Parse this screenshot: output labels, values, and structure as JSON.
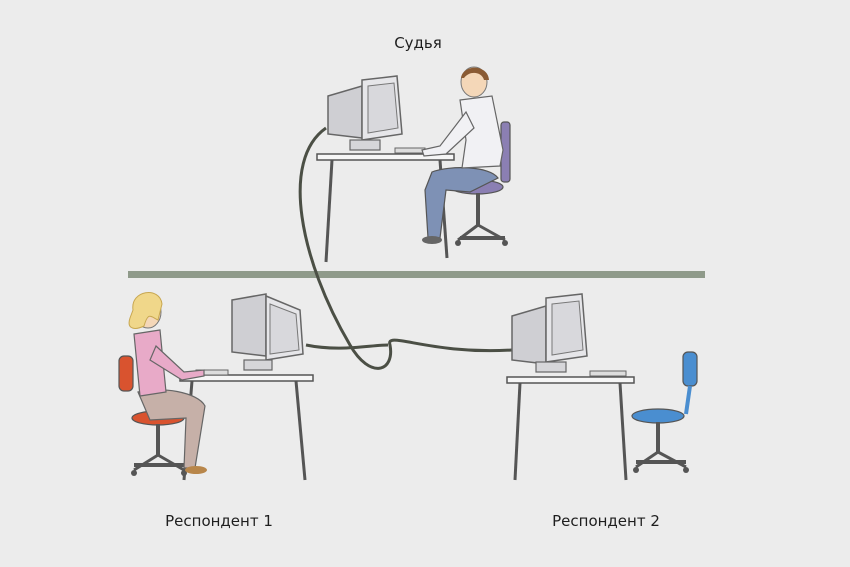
{
  "labels": {
    "judge": "Судья",
    "respondent_1": "Респондент 1",
    "respondent_2": "Респондент 2"
  },
  "colors": {
    "background": "#ececec",
    "divider": "#8f9a8a",
    "cable": "#4b4f45",
    "monitor": "#dcdcde",
    "desk": "#5a5a5a",
    "judge_chair": "#8b7fb3",
    "judge_trousers": "#7e91b5",
    "judge_shirt": "#f1f1f4",
    "respondent1_chair": "#d9532f",
    "respondent1_blouse": "#e8aac8",
    "respondent1_hair": "#f0d78a",
    "respondent2_chair": "#4a8ed0"
  },
  "icons": [
    "computer-monitor-icon",
    "person-icon",
    "office-chair-icon",
    "desk-icon"
  ]
}
